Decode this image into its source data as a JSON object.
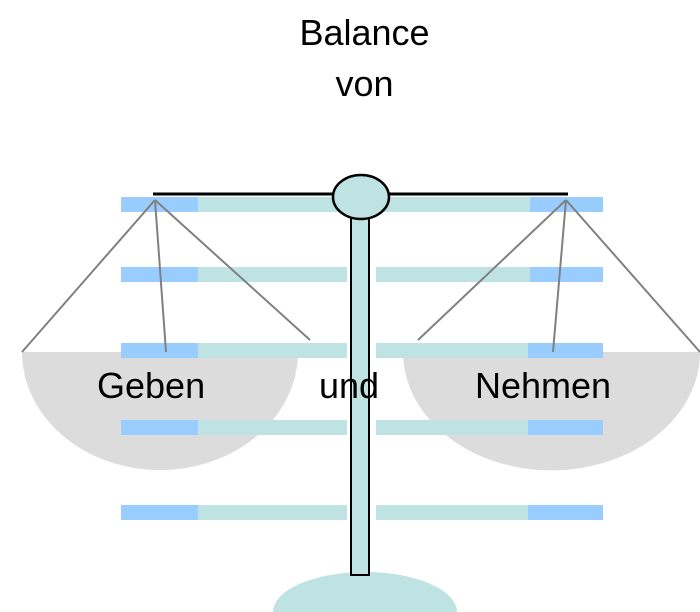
{
  "title": {
    "line1": "Balance",
    "line2": "von"
  },
  "labels": {
    "left": "Geben",
    "middle": "und",
    "right": "Nehmen"
  },
  "colors": {
    "bar_teal": "#bfe2e2",
    "bar_blue": "#99ccff",
    "pan_gray": "#dcdcdc",
    "stand_teal": "#bfe2e2",
    "outline": "#000000",
    "string": "#808080"
  }
}
